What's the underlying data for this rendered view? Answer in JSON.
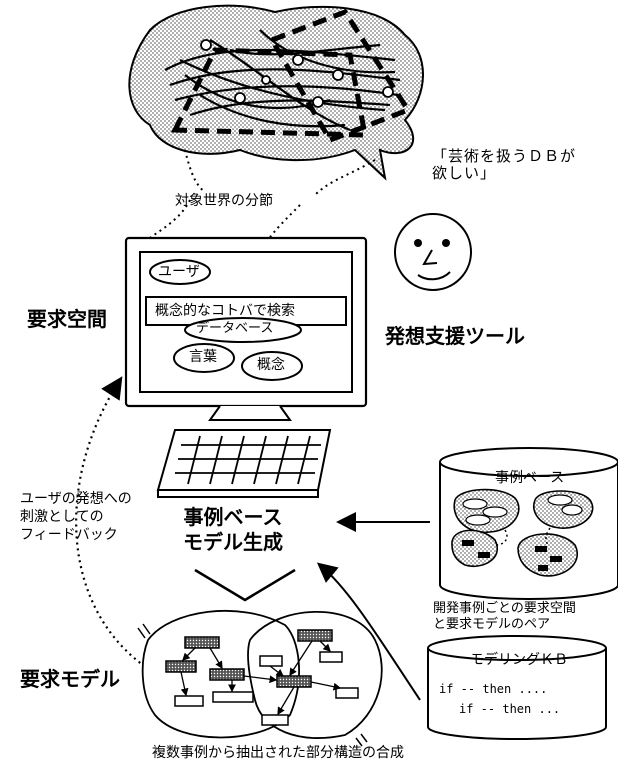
{
  "thought_bubble": {
    "segmentation_label": "対象世界の分節",
    "speech_text": "「芸術を扱うＤＢが\n欲しい」"
  },
  "screen": {
    "label_user": "ユーザ",
    "label_search": "概念的なコトバで検索",
    "label_database": "データベース",
    "label_language": "言葉",
    "label_concept": "概念"
  },
  "left_labels": {
    "requirement_space": "要求空間",
    "feedback": "ユーザの発想への\n刺激としての\nフィードバック",
    "requirement_model": "要求モデル"
  },
  "right_labels": {
    "idea_tool": "発想支援ツール"
  },
  "generator": {
    "title": "事例ベース\nモデル生成"
  },
  "case_base": {
    "title": "事例ベース",
    "caption": "開発事例ごとの要求空間\nと要求モデルのペア"
  },
  "modeling_kb": {
    "title": "モデリングＫＢ",
    "rule1": "if -- then ....",
    "rule2": "if -- then ..."
  },
  "bottom_caption": "複数事例から抽出された部分構造の合成"
}
